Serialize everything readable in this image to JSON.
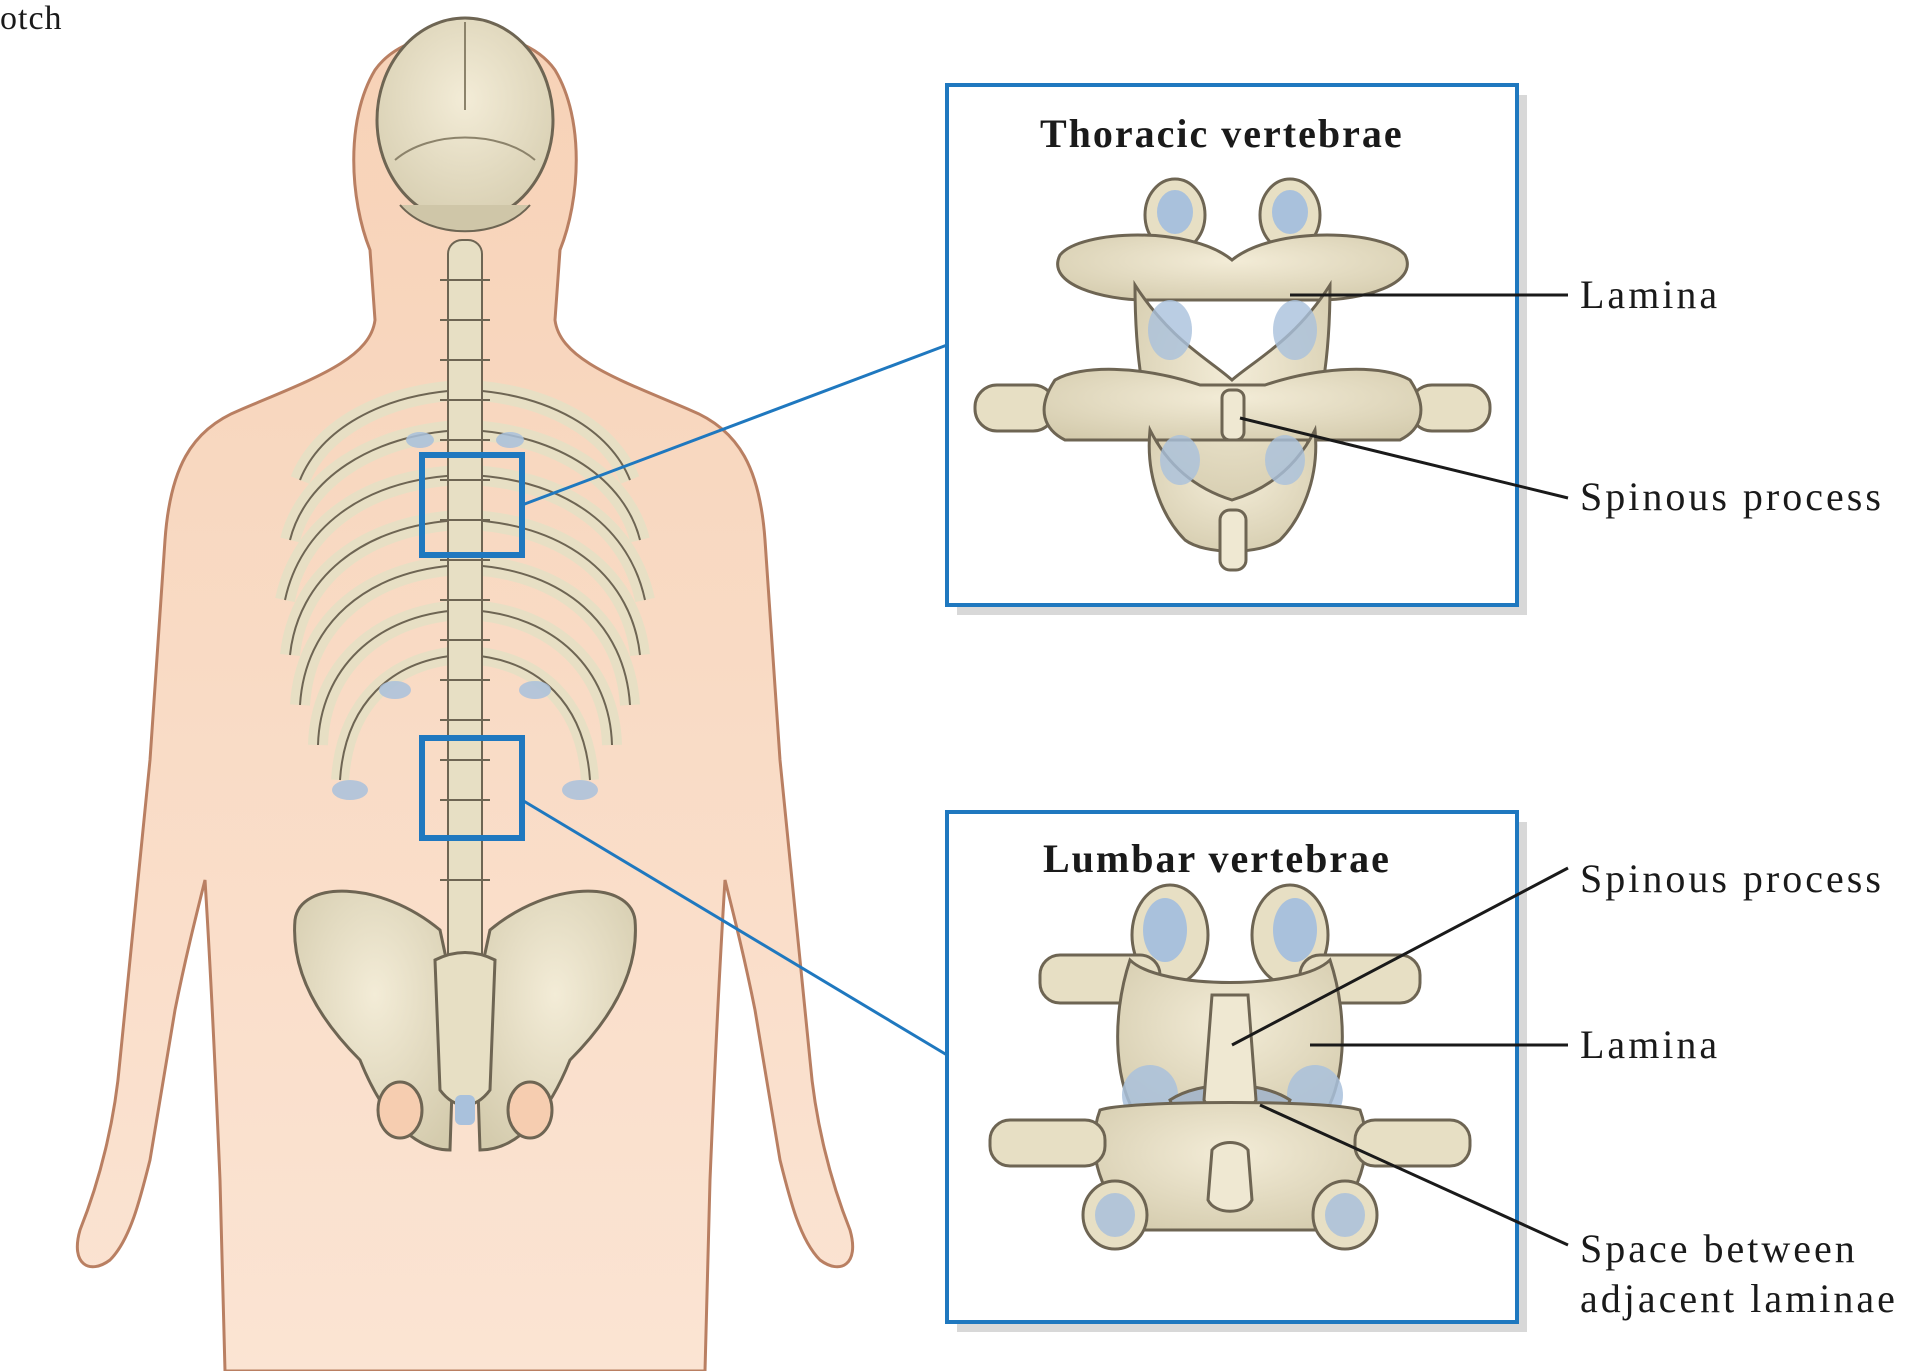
{
  "corner_fragment": "otch",
  "thoracic": {
    "title": "Thoracic vertebrae",
    "label_lamina": "Lamina",
    "label_spinous": "Spinous process"
  },
  "lumbar": {
    "title": "Lumbar vertebrae",
    "label_spinous": "Spinous process",
    "label_lamina": "Lamina",
    "label_space_line1": "Space between",
    "label_space_line2": "adjacent laminae"
  },
  "colors": {
    "frame_blue": "#1f78bf",
    "skin": "#f6cdb0",
    "skin_outline": "#b97f62",
    "bone": "#e7dfc4",
    "bone_outline": "#6e6553",
    "cartilage_blue": "#a9c1dc",
    "label_line": "#1a1a1a"
  }
}
